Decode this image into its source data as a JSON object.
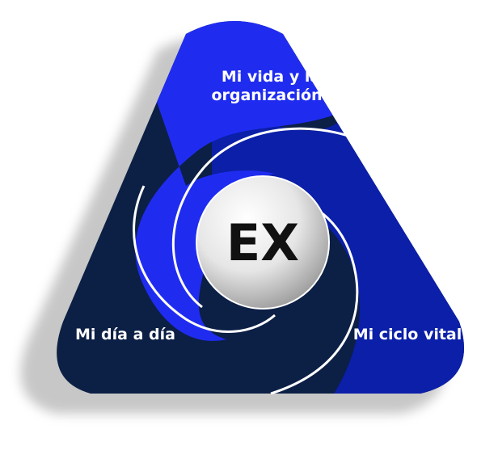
{
  "diagram": {
    "center_label": "EX",
    "segments": {
      "top": {
        "line1": "Mi vida y la",
        "line2": "organización",
        "color": "#1f2cf0"
      },
      "right": {
        "label": "Mi ciclo vital",
        "color": "#0b1fa8"
      },
      "left": {
        "label": "Mi día a día",
        "color": "#0c1f45"
      }
    },
    "colors": {
      "shadow": "#9a9a9a",
      "center_light": "#ffffff",
      "center_dark": "#9c9c9c",
      "text": "#ffffff",
      "center_text": "#111111"
    }
  }
}
